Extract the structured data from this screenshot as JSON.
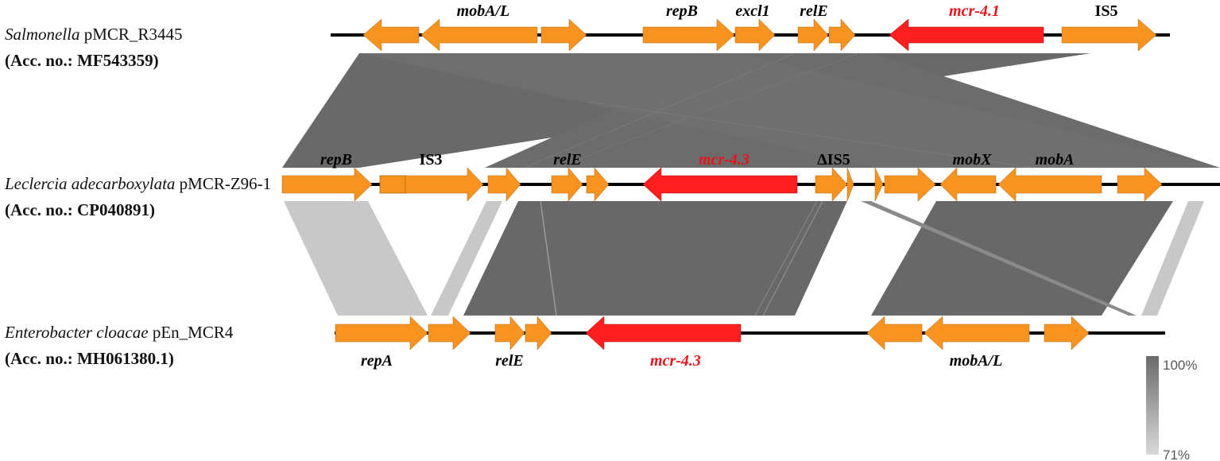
{
  "colors": {
    "backbone": "#000000",
    "gene": "#F7931E",
    "mcr": "#FF1F1F",
    "mcr_label": "#E8141B",
    "identity_high": "#666666",
    "identity_low": "#C8C8C8"
  },
  "plasmids": [
    {
      "id": "p1",
      "organism": "Salmonella",
      "name": " pMCR_R3445",
      "accession": "(Acc. no.: MF543359)"
    },
    {
      "id": "p2",
      "organism": "Leclercia adecarboxylata",
      "name": " pMCR-Z96-1",
      "accession": "(Acc. no.: CP040891)"
    },
    {
      "id": "p3",
      "organism": "Enterobacter cloacae",
      "name": " pEn_MCR4",
      "accession": "(Acc. no.: MH061380.1)"
    }
  ],
  "gene_labels": {
    "p1": [
      {
        "text": "mobA/L",
        "italic": true,
        "mcr": false
      },
      {
        "text": "repB",
        "italic": true,
        "mcr": false
      },
      {
        "text": "excl1",
        "italic": true,
        "mcr": false
      },
      {
        "text": "relE",
        "italic": true,
        "mcr": false
      },
      {
        "text": "mcr-4.1",
        "italic": true,
        "mcr": true
      },
      {
        "text": "IS5",
        "italic": false,
        "mcr": false
      }
    ],
    "p2": [
      {
        "text": "repB",
        "italic": true,
        "mcr": false
      },
      {
        "text": "IS3",
        "italic": false,
        "mcr": false
      },
      {
        "text": "relE",
        "italic": true,
        "mcr": false
      },
      {
        "text": "mcr-4.3",
        "italic": true,
        "mcr": true
      },
      {
        "text": "ΔIS5",
        "italic": false,
        "mcr": false
      },
      {
        "text": "mobX",
        "italic": true,
        "mcr": false
      },
      {
        "text": "mobA",
        "italic": true,
        "mcr": false
      }
    ],
    "p3": [
      {
        "text": "repA",
        "italic": true,
        "mcr": false
      },
      {
        "text": "relE",
        "italic": true,
        "mcr": false
      },
      {
        "text": "mcr-4.3",
        "italic": true,
        "mcr": true
      },
      {
        "text": "mobA/L",
        "italic": true,
        "mcr": false
      }
    ]
  },
  "identity_scale": {
    "max_label": "100%",
    "min_label": "71%"
  }
}
